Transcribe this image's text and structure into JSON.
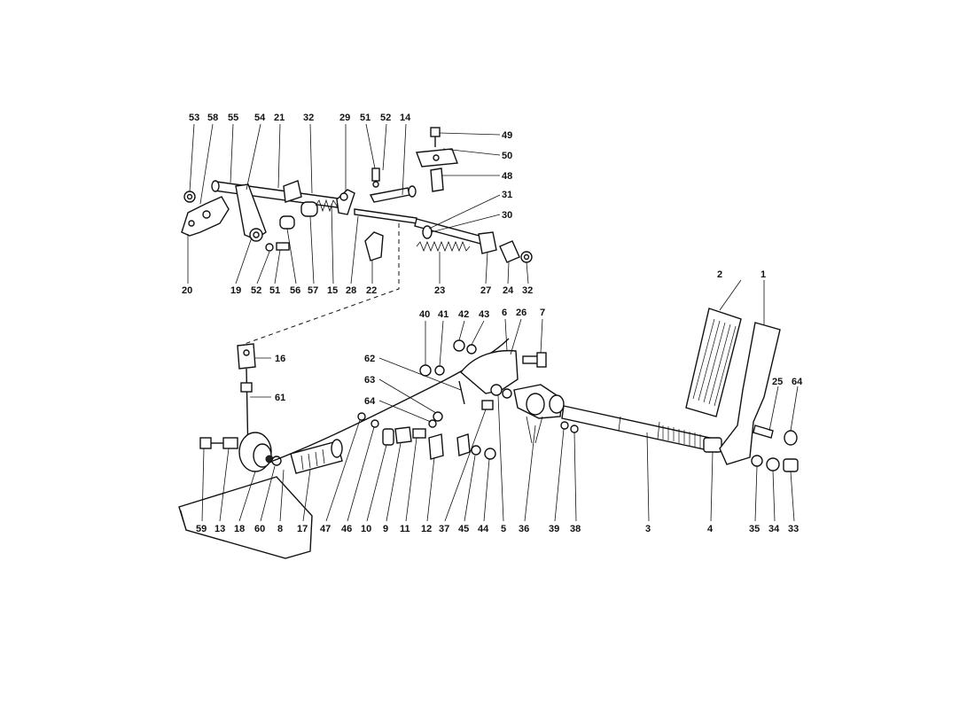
{
  "labels": {
    "l53": "53",
    "l58": "58",
    "l55": "55",
    "l54": "54",
    "l21": "21",
    "l32a": "32",
    "l29": "29",
    "l51a": "51",
    "l52a": "52",
    "l14": "14",
    "l49": "49",
    "l50": "50",
    "l48": "48",
    "l31": "31",
    "l30": "30",
    "l20": "20",
    "l19": "19",
    "l52b": "52",
    "l51b": "51",
    "l56": "56",
    "l57": "57",
    "l15": "15",
    "l28": "28",
    "l22": "22",
    "l23": "23",
    "l27": "27",
    "l24": "24",
    "l32b": "32",
    "l40": "40",
    "l41": "41",
    "l42": "42",
    "l43": "43",
    "l6": "6",
    "l26": "26",
    "l7": "7",
    "l62": "62",
    "l63": "63",
    "l64a": "64",
    "l16": "16",
    "l61": "61",
    "l2": "2",
    "l1": "1",
    "l25": "25",
    "l64b": "64",
    "l59": "59",
    "l13": "13",
    "l18": "18",
    "l60": "60",
    "l8": "8",
    "l17": "17",
    "l47": "47",
    "l46": "46",
    "l10": "10",
    "l9": "9",
    "l11": "11",
    "l12": "12",
    "l37": "37",
    "l45": "45",
    "l44": "44",
    "l5": "5",
    "l36": "36",
    "l39": "39",
    "l38": "38",
    "l3": "3",
    "l4": "4",
    "l35": "35",
    "l34": "34",
    "l33": "33"
  }
}
